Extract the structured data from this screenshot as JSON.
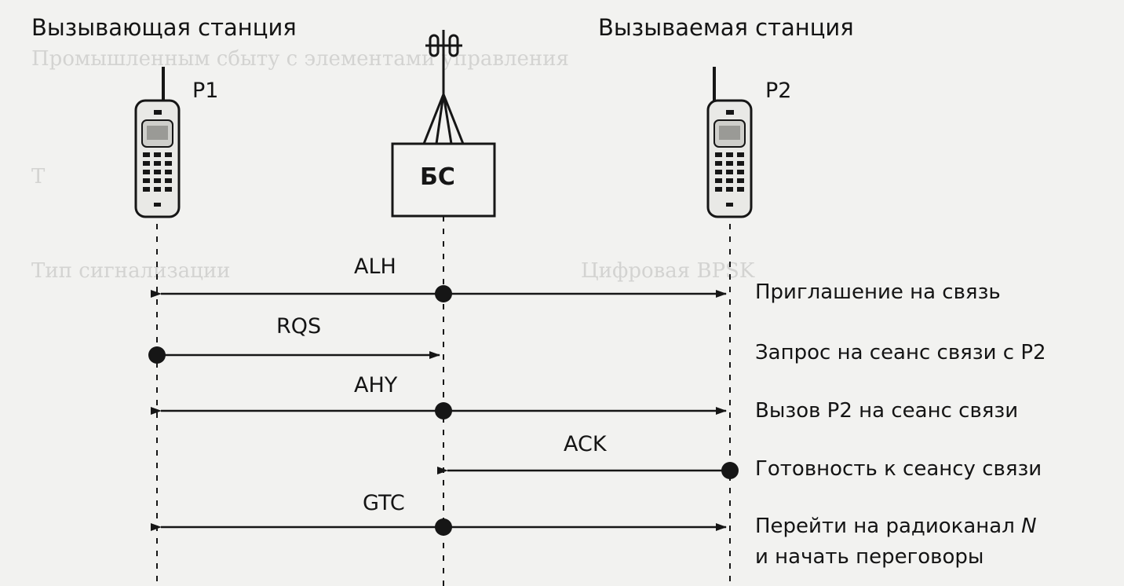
{
  "stations": {
    "caller_title": "Вызывающая станция",
    "callee_title": "Вызываемая станция",
    "p1_label": "P1",
    "p2_label": "P2",
    "bs_label": "БС"
  },
  "messages": [
    {
      "code": "ALH",
      "description": "Приглашение на связь",
      "direction": "both-from-bs"
    },
    {
      "code": "RQS",
      "description": "Запрос на сеанс связи с P2",
      "direction": "p1-to-bs"
    },
    {
      "code": "AHY",
      "description": "Вызов P2 на сеанс связи",
      "direction": "both-from-bs"
    },
    {
      "code": "ACK",
      "description": "Готовность к сеансу связи",
      "direction": "p2-to-bs"
    },
    {
      "code": "GTC",
      "description_line1": "Перейти на радиоканал N",
      "description_line2": "и начать переговоры",
      "direction": "both-from-bs"
    }
  ],
  "colors": {
    "ink": "#161616",
    "background": "#f2f2f0"
  },
  "icons": {
    "phone": "mobile-phone-icon",
    "antenna": "base-station-antenna-icon"
  }
}
